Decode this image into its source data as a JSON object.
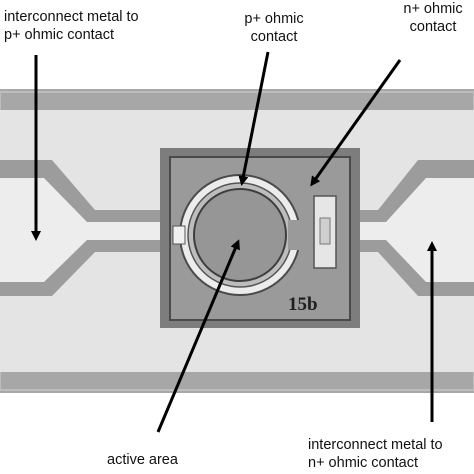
{
  "labels": {
    "interconnect_p": [
      "interconnect metal to",
      "p+ ohmic contact"
    ],
    "p_ohmic": [
      "p+ ohmic",
      "contact"
    ],
    "n_ohmic": [
      "n+ ohmic",
      "contact"
    ],
    "active_area": [
      "active area"
    ],
    "interconnect_n": [
      "interconnect metal to",
      "n+ ohmic contact"
    ]
  },
  "chip_marking": "15b",
  "colors": {
    "background": "#ffffff",
    "substrate_frame": "#a9a9a9",
    "metal": "#e9e9e9",
    "mesa": "#8e8e8e",
    "arrows": "#000000"
  }
}
